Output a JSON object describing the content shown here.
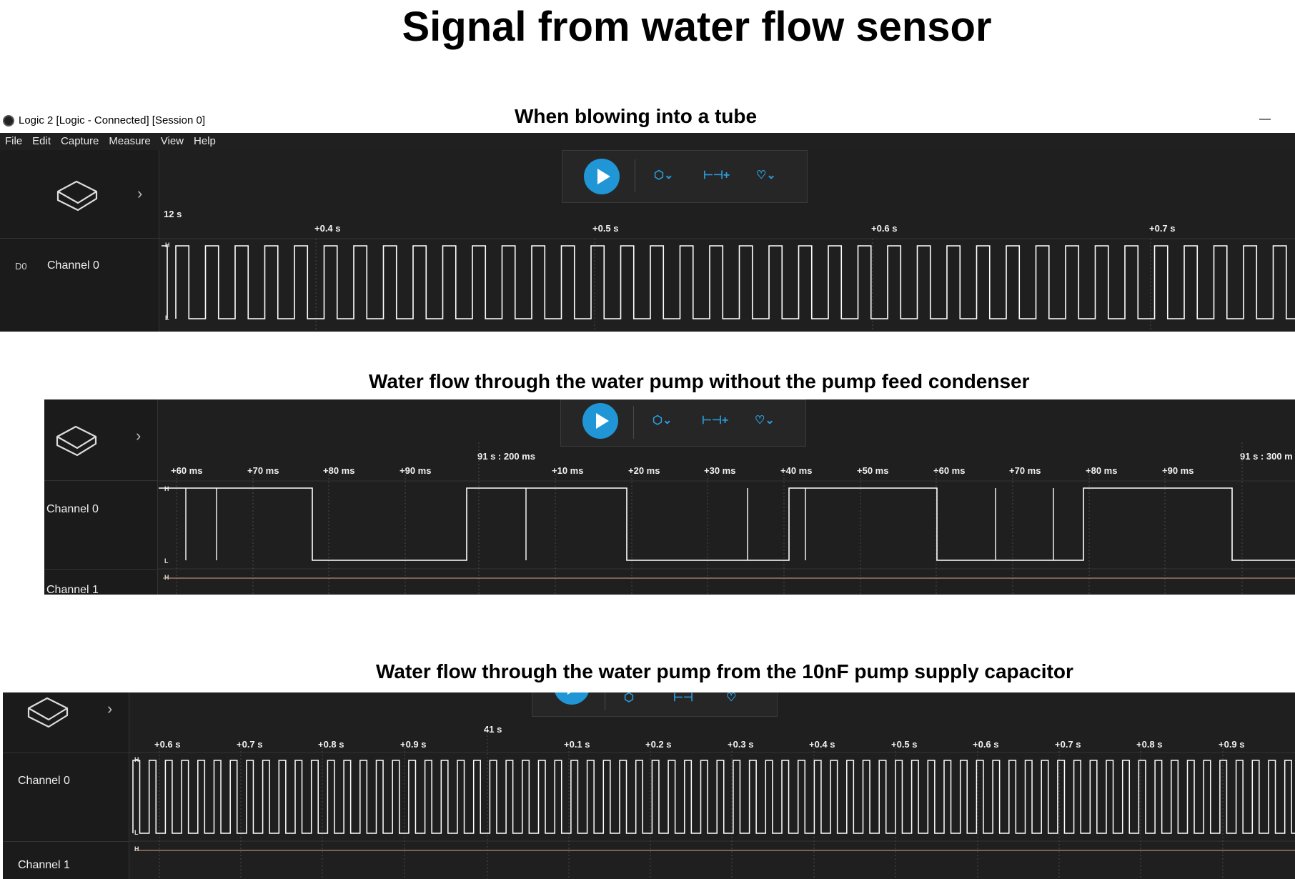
{
  "title": "Signal from water flow sensor",
  "window": {
    "title": "Logic 2 [Logic - Connected] [Session 0]",
    "minimize": "—",
    "menu": [
      "File",
      "Edit",
      "Capture",
      "Measure",
      "View",
      "Help"
    ]
  },
  "icons": {
    "device": "device-icon",
    "play": "play-icon",
    "trigger": "trigger-icon",
    "measure": "measure-icon",
    "marker": "marker-icon",
    "expand": "chevron-right-icon"
  },
  "colors": {
    "accent": "#2196d6",
    "panel": "#1f1f1f",
    "wave": "#ffffff",
    "channel1_line": "#d9a488"
  },
  "captures": [
    {
      "caption": "When blowing into a tube",
      "channels": [
        {
          "id": "D0",
          "label": "Channel 0"
        }
      ],
      "ruler_start": "12 s",
      "ticks": [
        "+0.4 s",
        "+0.5 s",
        "+0.6 s",
        "+0.7 s"
      ],
      "level_high": "H",
      "level_low": "L"
    },
    {
      "caption": "Water flow through the water pump without the pump feed condenser",
      "channels": [
        {
          "label": "Channel 0"
        },
        {
          "label": "Channel 1"
        }
      ],
      "major_ticks": [
        "91 s : 200 ms",
        "91 s : 300 m"
      ],
      "ticks": [
        "+60 ms",
        "+70 ms",
        "+80 ms",
        "+90 ms",
        "+10 ms",
        "+20 ms",
        "+30 ms",
        "+40 ms",
        "+50 ms",
        "+60 ms",
        "+70 ms",
        "+80 ms",
        "+90 ms"
      ],
      "level_high": "H",
      "level_low": "L"
    },
    {
      "caption": "Water flow through the water pump from the 10nF pump supply capacitor",
      "channels": [
        {
          "label": "Channel 0"
        },
        {
          "label": "Channel 1"
        }
      ],
      "major_ticks": [
        "41 s"
      ],
      "ticks": [
        "+0.6 s",
        "+0.7 s",
        "+0.8 s",
        "+0.9 s",
        "+0.1 s",
        "+0.2 s",
        "+0.3 s",
        "+0.4 s",
        "+0.5 s",
        "+0.6 s",
        "+0.7 s",
        "+0.8 s",
        "+0.9 s"
      ],
      "level_high": "H",
      "level_low": "L"
    }
  ]
}
